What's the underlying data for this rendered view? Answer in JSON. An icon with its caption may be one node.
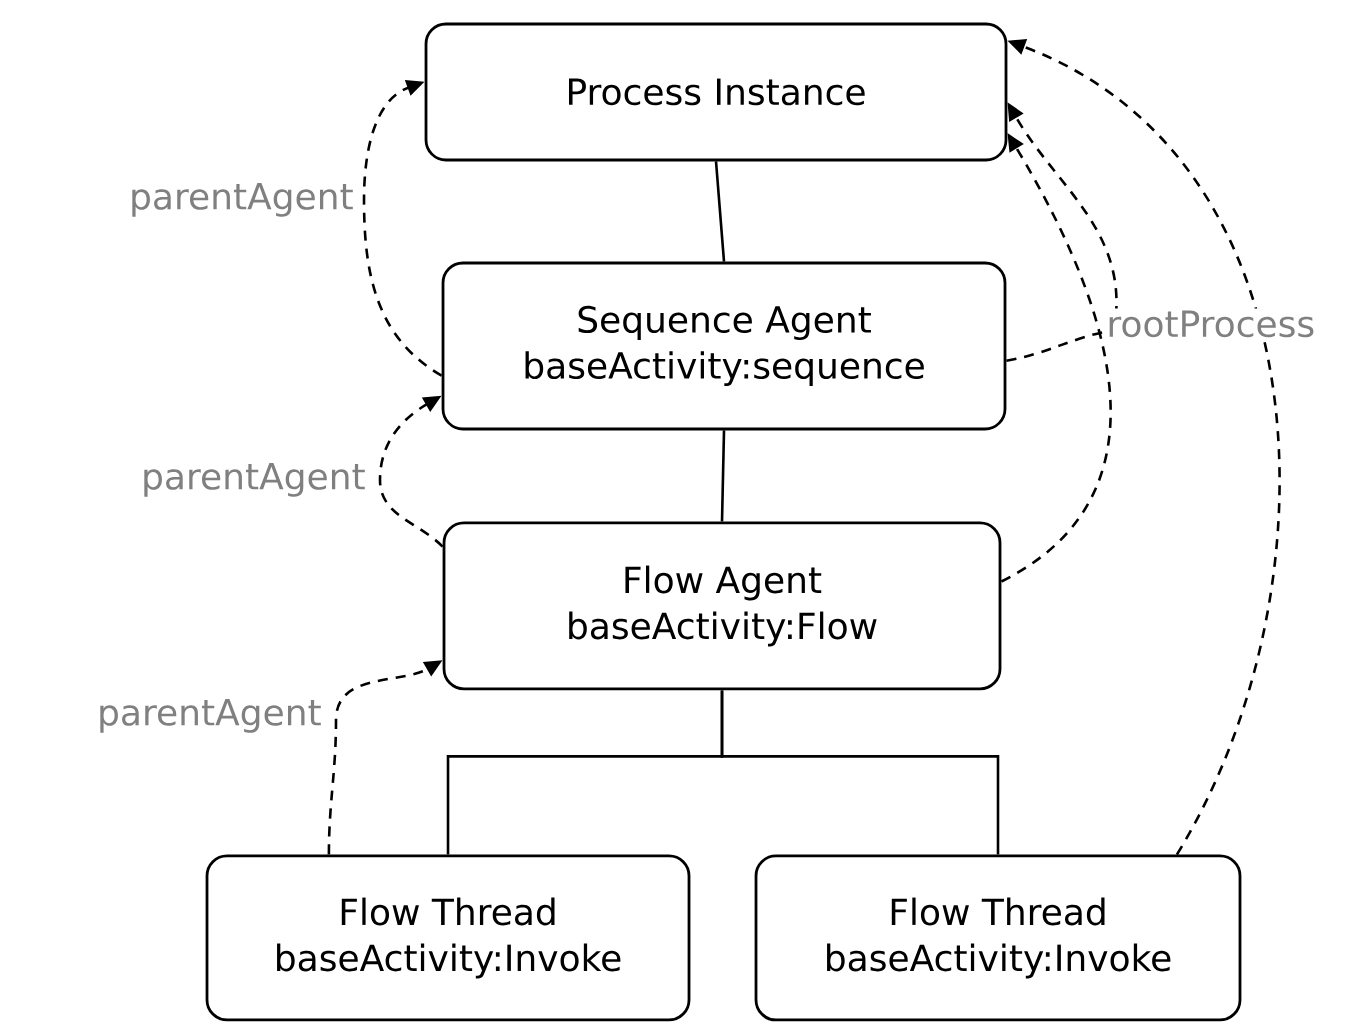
{
  "diagram": {
    "nodes": [
      {
        "text": [
          "Process Instance"
        ]
      },
      {
        "text": [
          "Sequence Agent",
          "baseActivity:sequence"
        ]
      },
      {
        "text": [
          "Flow Agent",
          "baseActivity:Flow"
        ]
      },
      {
        "text": [
          "Flow Thread",
          "baseActivity:Invoke"
        ]
      },
      {
        "text": [
          "Flow Thread",
          "baseActivity:Invoke"
        ]
      }
    ],
    "edges": [
      {
        "from": 0,
        "to": 1,
        "arrow": "none"
      },
      {
        "from": 1,
        "to": 2,
        "arrow": "none"
      },
      {
        "from": 2,
        "to": 3,
        "arrow": "none"
      },
      {
        "from": 2,
        "to": 4,
        "arrow": "none"
      },
      {
        "from": 1,
        "to": 0,
        "arrow": "to",
        "style": "dashed",
        "label": "parentAgent"
      },
      {
        "from": 2,
        "to": 1,
        "arrow": "to",
        "style": "dashed",
        "label": "parentAgent"
      },
      {
        "from": 3,
        "to": 2,
        "arrow": "to",
        "style": "dashed",
        "label": "parentAgent"
      },
      {
        "from": 1,
        "to": 0,
        "arrow": "to",
        "style": "dashed",
        "label": "rootProcess"
      },
      {
        "from": 2,
        "to": 0,
        "arrow": "to",
        "style": "dashed"
      },
      {
        "from": 4,
        "to": 0,
        "arrow": "to",
        "style": "dashed"
      }
    ]
  }
}
